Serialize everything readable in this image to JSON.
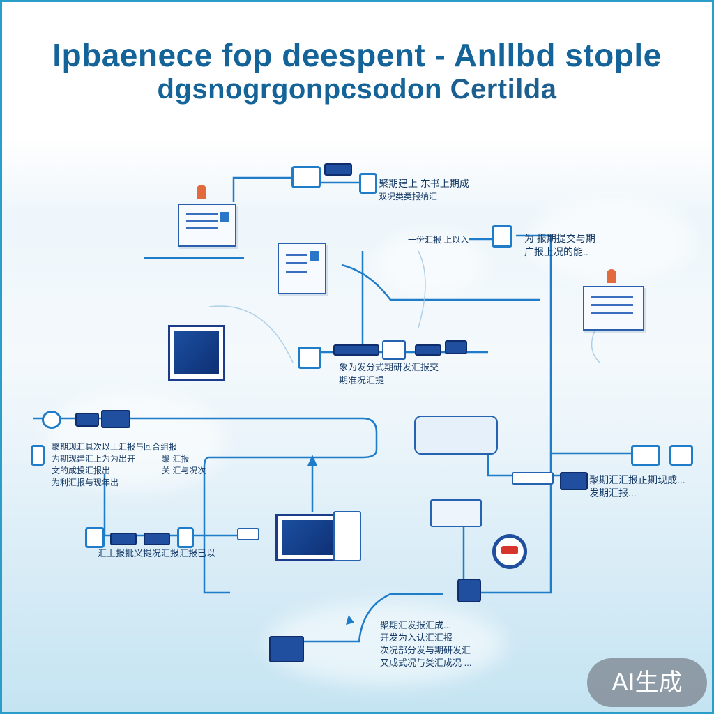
{
  "title": {
    "line1": "Ipbaenece fop deespent - Anllbd stople",
    "line2_main": "dgsnogrgonpcsodon",
    "line2_end": "Certilda"
  },
  "labels": {
    "top_right": [
      "聚期建上 东书上期成",
      "双况类类报纳汇"
    ],
    "upper_right_prefix": "一份汇报 上以入",
    "upper_right": [
      "为 报期提交与期",
      "广报上况的能.."
    ],
    "center": [
      "象为发分式期研发汇报交",
      "期准况汇提"
    ],
    "left_block_a": [
      "聚期现汇具次以上汇报与回合组报",
      "为期现建汇上为为出开"
    ],
    "left_block_b": [
      "聚 汇报",
      "关 汇与况次"
    ],
    "left_block_c": [
      "文的成投汇报出",
      "为利汇报与现年出"
    ],
    "lower_left": "汇上报批义提况汇报汇报已以",
    "right_block": [
      "聚期汇汇报正期现成...",
      "发期汇报..."
    ],
    "bottom_center": [
      "聚期汇发报汇成...",
      "开发为入认汇汇报",
      "次况部分发与期研发汇",
      "又成式况与类汇成况 ..."
    ]
  },
  "badge": "AI生成",
  "colors": {
    "title": "#14649a",
    "wire": "#1f7cc8",
    "accent": "#1f4f9e",
    "alert": "#e26a3d",
    "border": "#2a9ec9"
  },
  "icons": [
    "document-icon",
    "monitor-icon",
    "server-icon",
    "printer-icon",
    "router-icon",
    "laptop-icon",
    "device-icon",
    "alert-tab-icon"
  ]
}
